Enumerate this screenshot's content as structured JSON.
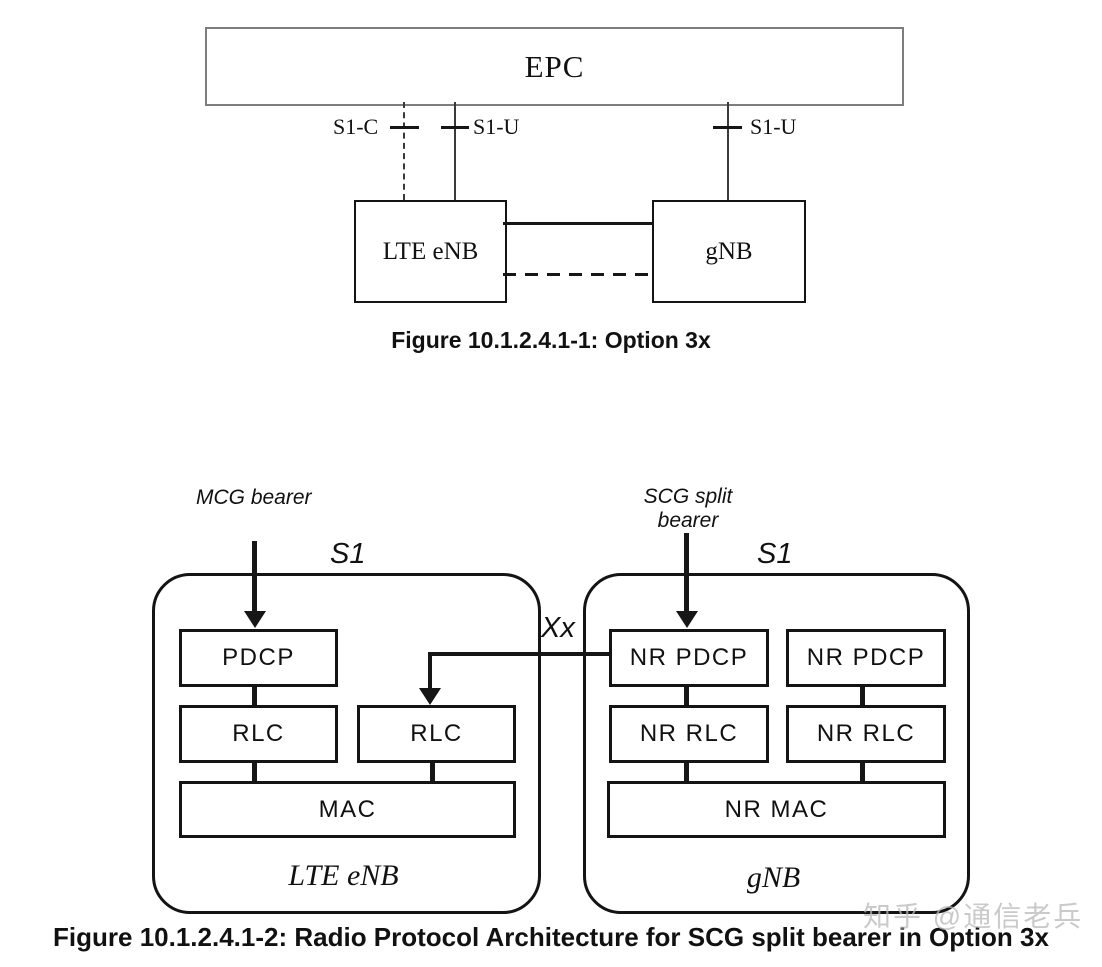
{
  "figure1": {
    "caption": "Figure 10.1.2.4.1-1: Option 3x",
    "epc_label": "EPC",
    "s1c_label": "S1-C",
    "s1u_left_label": "S1-U",
    "s1u_right_label": "S1-U",
    "lte_enb_label": "LTE eNB",
    "gnb_label": "gNB"
  },
  "figure2": {
    "caption": "Figure 10.1.2.4.1-2: Radio Protocol Architecture for SCG split bearer in Option 3x",
    "mcg_bearer_label": "MCG bearer",
    "scg_split_line1": "SCG split",
    "scg_split_line2": "bearer",
    "s1_left_label": "S1",
    "s1_right_label": "S1",
    "xx_label": "Xx",
    "lte_node": {
      "pdcp": "PDCP",
      "rlc_left": "RLC",
      "rlc_right": "RLC",
      "mac": "MAC",
      "label": "LTE eNB"
    },
    "gnb_node": {
      "nr_pdcp_left": "NR PDCP",
      "nr_pdcp_right": "NR PDCP",
      "nr_rlc_left": "NR RLC",
      "nr_rlc_right": "NR RLC",
      "nr_mac": "NR MAC",
      "label": "gNB"
    }
  },
  "watermark_text": "知乎 @通信老兵",
  "colors": {
    "line": "#161616",
    "epc_border": "#7d7d7d",
    "watermark": "#b9b9b9",
    "background": "#ffffff"
  }
}
